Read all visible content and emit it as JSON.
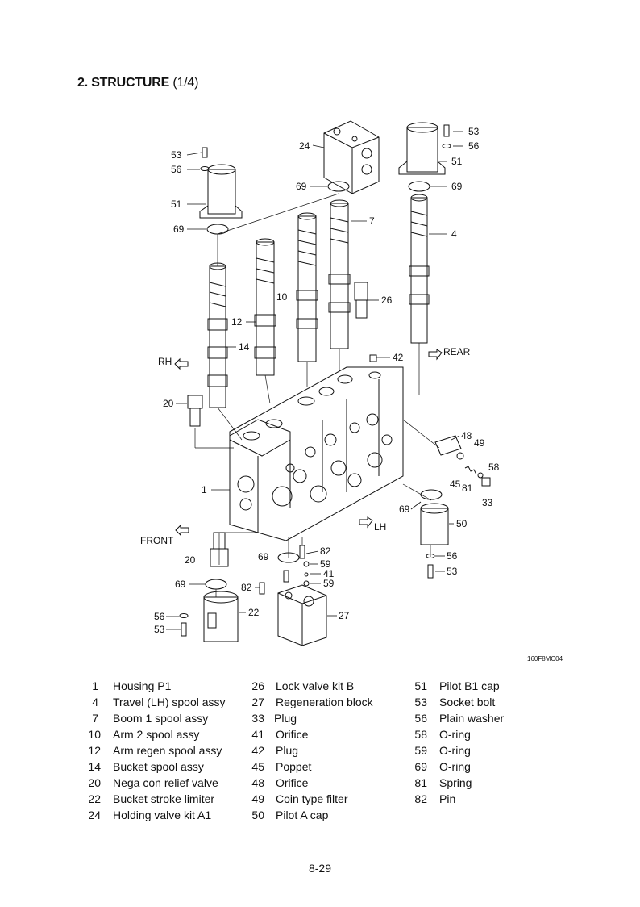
{
  "header": {
    "title": "2. STRUCTURE",
    "subtitle": "(1/4)"
  },
  "diagram": {
    "code": "160F8MC04",
    "directions": {
      "rh": "RH",
      "rear": "REAR",
      "front": "FRONT",
      "lh": "LH"
    },
    "callouts": [
      "53",
      "56",
      "51",
      "69",
      "24",
      "69",
      "7",
      "53",
      "56",
      "51",
      "69",
      "4",
      "10",
      "26",
      "12",
      "14",
      "42",
      "20",
      "48",
      "49",
      "58",
      "1",
      "45",
      "81",
      "33",
      "69",
      "50",
      "20",
      "69",
      "82",
      "59",
      "41",
      "59",
      "56",
      "53",
      "69",
      "82",
      "22",
      "56",
      "53",
      "27"
    ]
  },
  "parts": {
    "columns": [
      [
        {
          "no": "1",
          "name": "Housing P1"
        },
        {
          "no": "4",
          "name": "Travel (LH) spool assy"
        },
        {
          "no": "7",
          "name": "Boom 1 spool assy"
        },
        {
          "no": "10",
          "name": "Arm 2 spool assy"
        },
        {
          "no": "12",
          "name": "Arm regen spool assy"
        },
        {
          "no": "14",
          "name": "Bucket spool assy"
        },
        {
          "no": "20",
          "name": "Nega con relief valve"
        },
        {
          "no": "22",
          "name": "Bucket stroke limiter"
        },
        {
          "no": "24",
          "name": "Holding valve kit A1"
        }
      ],
      [
        {
          "no": "26",
          "name": "Lock valve kit B"
        },
        {
          "no": "27",
          "name": "Regeneration block"
        },
        {
          "no": "33",
          "name": "Plug"
        },
        {
          "no": "41",
          "name": "Orifice"
        },
        {
          "no": "42",
          "name": "Plug"
        },
        {
          "no": "45",
          "name": "Poppet"
        },
        {
          "no": "48",
          "name": "Orifice"
        },
        {
          "no": "49",
          "name": "Coin type filter"
        },
        {
          "no": "50",
          "name": "Pilot A cap"
        }
      ],
      [
        {
          "no": "51",
          "name": "Pilot B1 cap"
        },
        {
          "no": "53",
          "name": "Socket bolt"
        },
        {
          "no": "56",
          "name": "Plain washer"
        },
        {
          "no": "58",
          "name": "O-ring"
        },
        {
          "no": "59",
          "name": "O-ring"
        },
        {
          "no": "69",
          "name": "O-ring"
        },
        {
          "no": "81",
          "name": "Spring"
        },
        {
          "no": "82",
          "name": "Pin"
        }
      ]
    ]
  },
  "footer": {
    "page": "8-29"
  }
}
